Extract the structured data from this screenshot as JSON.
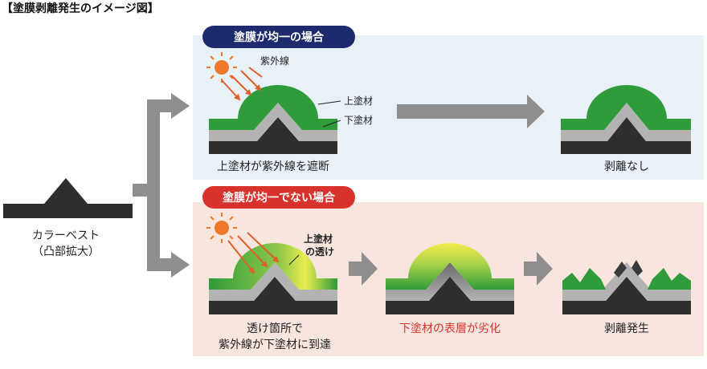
{
  "title": "【塗膜剥離発生のイメージ図】",
  "left": {
    "caption_line1": "カラーベスト",
    "caption_line2": "（凸部拡大）"
  },
  "uniform": {
    "pill": "塗膜が均一の場合",
    "uv_label": "紫外線",
    "top_label": "上塗材",
    "under_label": "下塗材",
    "caption": "上塗材が紫外線を遮断",
    "result": "剥離なし"
  },
  "nonuniform": {
    "pill": "塗膜が均一でない場合",
    "see_label_line1": "上塗材",
    "see_label_line2": "の透け",
    "caption1_line1": "透け箇所で",
    "caption1_line2": "紫外線が下塗材に到達",
    "caption2": "下塗材の表層が劣化",
    "caption3": "剥離発生"
  },
  "colors": {
    "top_coat": "#2f9b3a",
    "under_coat": "#b3b3b3",
    "base": "#2e2e2e",
    "uniform_bg": "#e8f0f8",
    "nonuniform_bg": "#f8e6de",
    "uniform_pill": "#1e2a6e",
    "nonuniform_pill": "#d8322c",
    "sun": "#f07a2a",
    "arrow_gray": "#8e8e8e",
    "warning_text": "#d8322c"
  },
  "icons": [
    "sun-icon",
    "uv-ray-arrow",
    "flow-arrow",
    "branch-arrow"
  ]
}
